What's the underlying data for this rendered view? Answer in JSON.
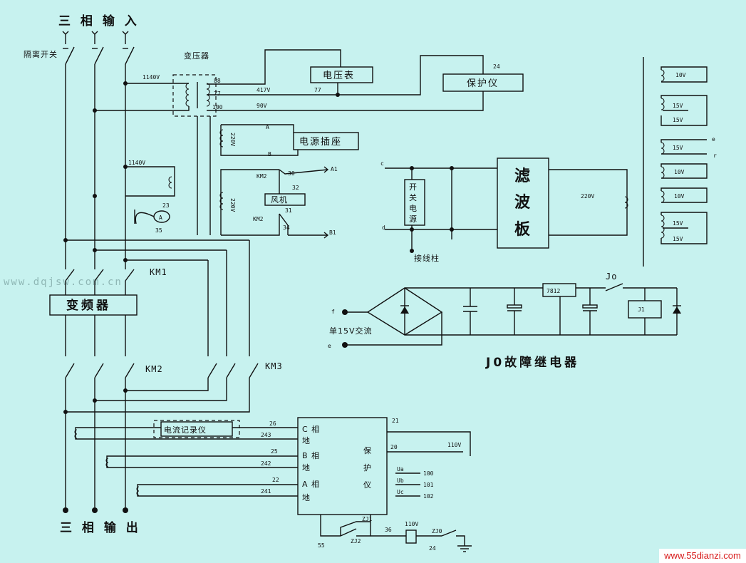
{
  "title_input": "三 相 输 入",
  "title_output": "三 相 输 出",
  "isolation_switch": "隔离开关",
  "transformer": {
    "name": "变压器",
    "primary_voltage": "1140V",
    "taps": [
      "88",
      "77",
      "100"
    ],
    "tap_voltages": [
      "417V",
      "90V"
    ]
  },
  "voltmeter": "电压表",
  "protector": "保护仪",
  "protector_wire": "24",
  "voltmeter_wire": "77",
  "socket_circuit": {
    "label": "电源插座",
    "voltage": "220V",
    "node_a": "A",
    "node_b": "B"
  },
  "secondary_1140": "1140V",
  "ammeter": {
    "label": "A",
    "wires": [
      "23",
      "35"
    ]
  },
  "fan_circuit": {
    "voltage": "220V",
    "km_upper": "KM2",
    "km_lower": "KM2",
    "fan": "风机",
    "wires": [
      "30",
      "32",
      "31",
      "34"
    ],
    "terminals": [
      "A1",
      "B1"
    ]
  },
  "filter_board": "滤波板",
  "switch_psu": "开关电源",
  "terminal_post": "接线柱",
  "filter_voltage": "220V",
  "nodes": {
    "c": "c",
    "d": "d",
    "e": "e",
    "f": "f",
    "e_right": "e",
    "r_right": "r"
  },
  "secondary_windings": [
    "10V",
    "15V",
    "15V",
    "15V",
    "10V",
    "10V",
    "15V",
    "15V"
  ],
  "contactors": {
    "km1": "KM1",
    "km2": "KM2",
    "km3": "KM3"
  },
  "inverter": "变频器",
  "rectifier": {
    "input_label": "单15V交流",
    "regulator": "7812",
    "relay_contact": "Jo",
    "relay_coil": "J1"
  },
  "fault_relay_title": "J0故障继电器",
  "current_recorder": "电流记录仪",
  "protector_unit": {
    "phase_c": "C 相",
    "phase_b": "B 相",
    "phase_a": "A 相",
    "ground": "地",
    "name_chars": [
      "保",
      "护",
      "仪"
    ],
    "left_wires": [
      "26",
      "243",
      "25",
      "242",
      "22",
      "241"
    ],
    "top_wires": [
      "21",
      "20"
    ],
    "out_voltage": "110V",
    "signals": [
      "Ua",
      "Ub",
      "Uc"
    ],
    "signal_wires": [
      "100",
      "101",
      "102"
    ]
  },
  "bottom_circuit": {
    "wire_55": "55",
    "zj1": "ZJ1",
    "zj2": "ZJ2",
    "wire_36": "36",
    "voltage": "110V",
    "zj0": "ZJ0",
    "wire_24": "24"
  },
  "watermark_text": "www.dqjsw.com.cn",
  "watermark_url": "www.55dianzi.com"
}
